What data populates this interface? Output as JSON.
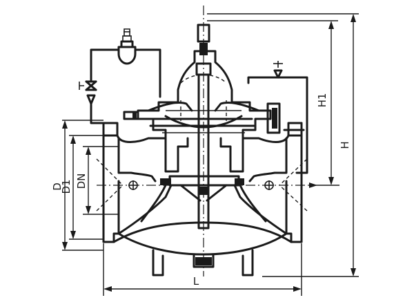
{
  "drawing": {
    "dimension_labels": {
      "L": "L",
      "H": "H",
      "H1": "H1",
      "D": "D",
      "D1": "D1",
      "DN": "DN"
    },
    "line_color": "#1a1a1a",
    "background_color": "#ffffff"
  }
}
